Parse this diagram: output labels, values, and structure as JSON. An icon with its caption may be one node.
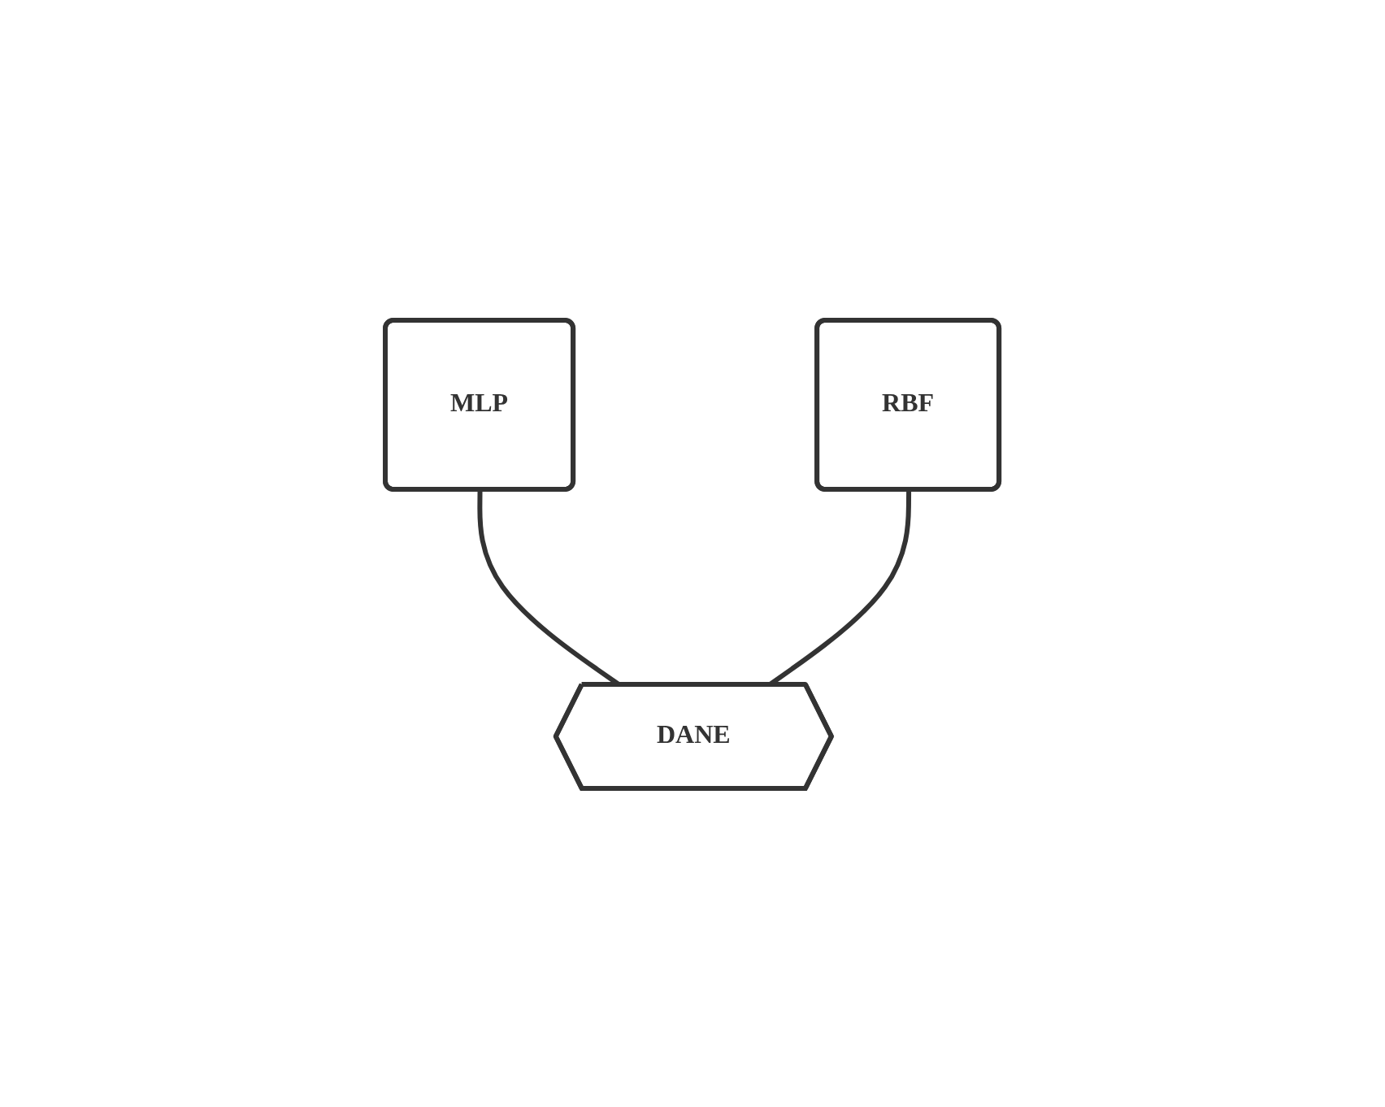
{
  "diagram": {
    "nodes": [
      {
        "text": [
          "MLP"
        ]
      },
      {
        "text": [
          "RBF"
        ]
      },
      {
        "text": [
          "DANE"
        ]
      }
    ],
    "edges": [
      {
        "from": 0,
        "to": 2,
        "arrow": "none"
      },
      {
        "from": 1,
        "to": 2,
        "arrow": "none"
      }
    ]
  }
}
